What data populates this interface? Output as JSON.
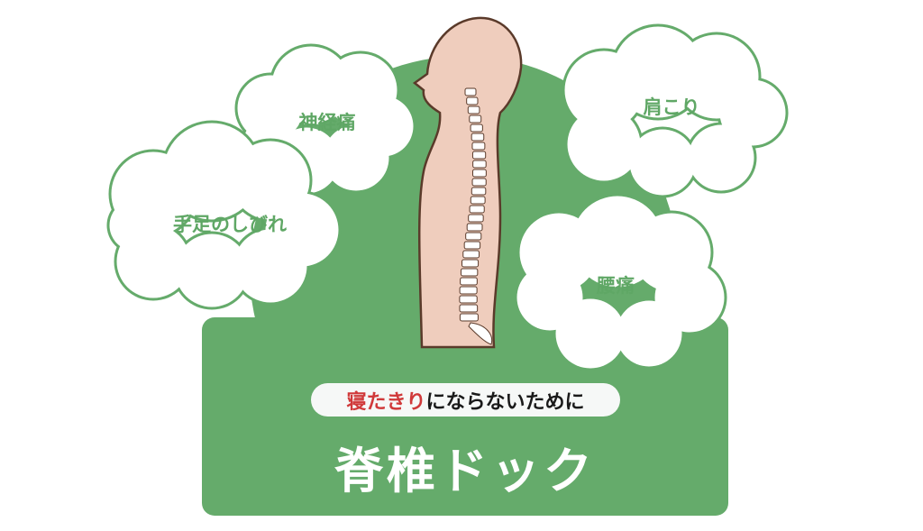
{
  "colors": {
    "green": "#65ab6b",
    "skin": "#efcdbd",
    "outline": "#5a3a2a",
    "red": "#d0393a"
  },
  "symptoms": {
    "neuralgia": "神経痛",
    "numbness": "手足のしびれ",
    "stiff_shoulders": "肩こり",
    "back_pain": "腰痛"
  },
  "tagline": {
    "highlight": "寝たきり",
    "rest": "にならないために"
  },
  "title": "脊椎ドック"
}
